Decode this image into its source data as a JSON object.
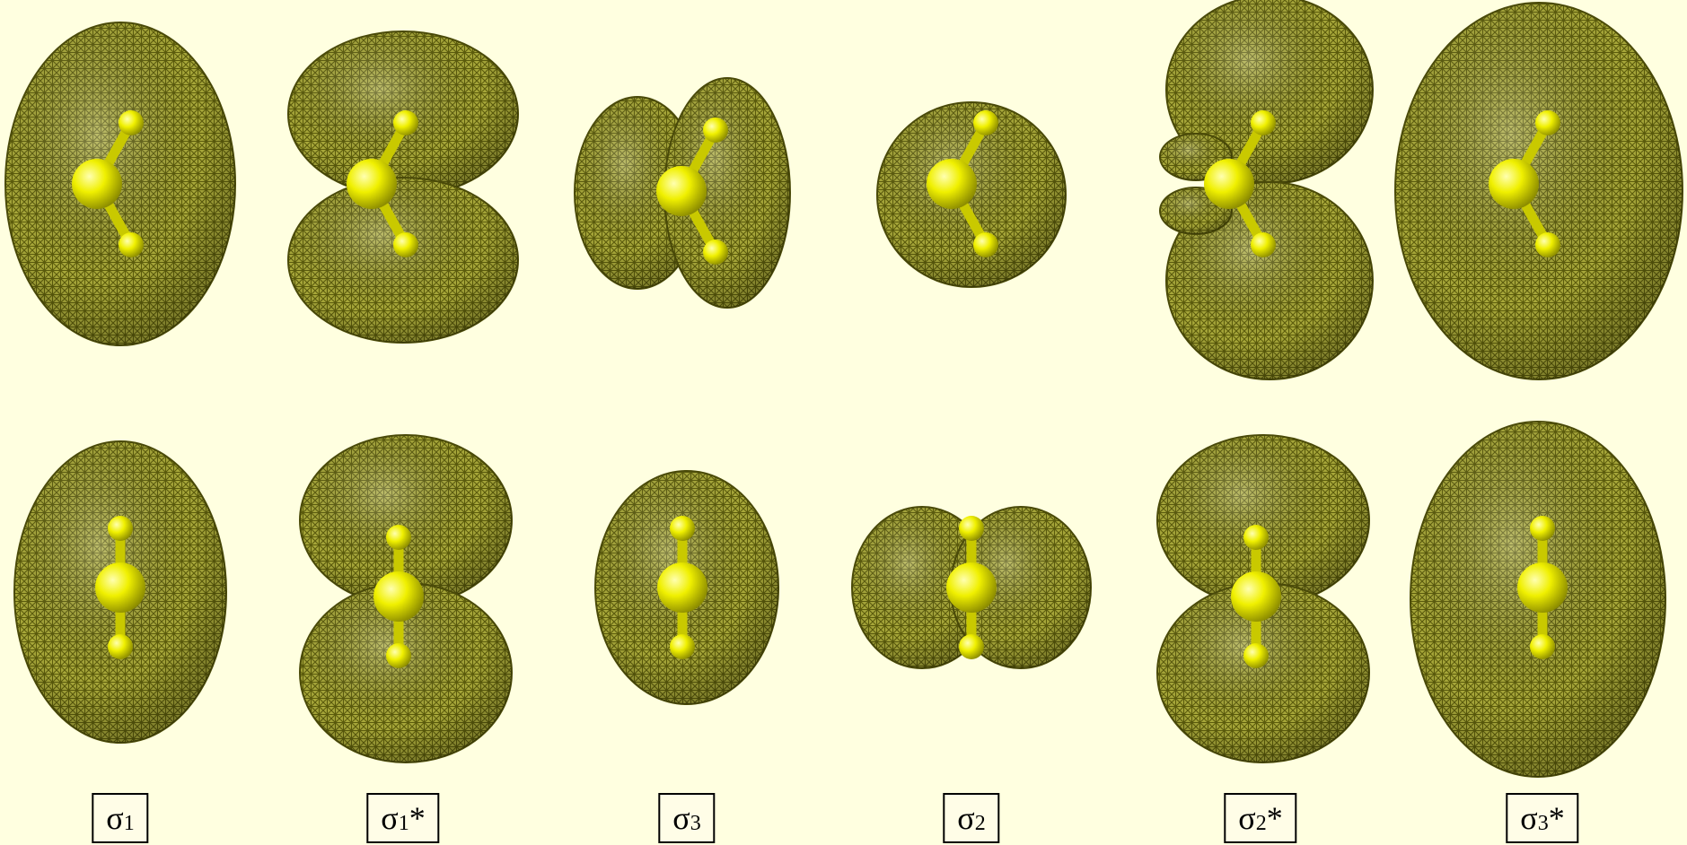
{
  "colors": {
    "background": "#ffffe0",
    "mesh": "#6a6a10",
    "mesh_fill": "#9a9a2a",
    "atom": "#f2f20a",
    "atom_shade": "#a8a800"
  },
  "orbitals": [
    {
      "label": "σ",
      "sub": "1",
      "star": "",
      "top_shape": "blob",
      "bottom_shape": "blob",
      "icon": "orbital-sigma1"
    },
    {
      "label": "σ",
      "sub": "1",
      "star": "*",
      "top_shape": "two-lobe-vertical",
      "bottom_shape": "two-lobe-vertical",
      "icon": "orbital-sigma1-star"
    },
    {
      "label": "σ",
      "sub": "3",
      "star": "",
      "top_shape": "two-lobe-horizontal",
      "bottom_shape": "ellipse",
      "icon": "orbital-sigma3"
    },
    {
      "label": "σ",
      "sub": "2",
      "star": "",
      "top_shape": "sphere",
      "bottom_shape": "two-lobe-horizontal",
      "icon": "orbital-sigma2"
    },
    {
      "label": "σ",
      "sub": "2",
      "star": "*",
      "top_shape": "two-lobe-vertical-small-left",
      "bottom_shape": "two-lobe-vertical",
      "icon": "orbital-sigma2-star"
    },
    {
      "label": "σ",
      "sub": "3",
      "star": "*",
      "top_shape": "large-blob",
      "bottom_shape": "large-blob",
      "icon": "orbital-sigma3-star"
    }
  ]
}
